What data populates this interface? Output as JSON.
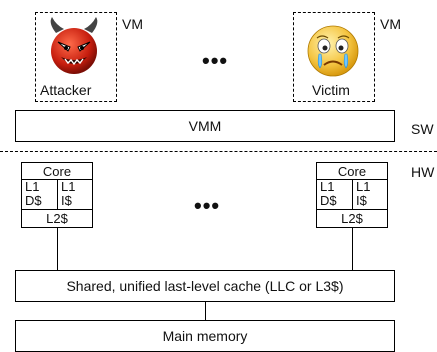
{
  "vm_left": {
    "vm_label": "VM",
    "name": "Attacker",
    "icon": "devil-face-icon"
  },
  "vm_right": {
    "vm_label": "VM",
    "name": "Victim",
    "icon": "crying-face-icon"
  },
  "vmm": "VMM",
  "sw_label": "SW",
  "hw_label": "HW",
  "ellipsis": "•••",
  "core_left": {
    "core": "Core",
    "l1d_a": "L1",
    "l1d_b": "D$",
    "l1i_a": "L1",
    "l1i_b": "I$",
    "l2": "L2$"
  },
  "core_right": {
    "core": "Core",
    "l1d_a": "L1",
    "l1d_b": "D$",
    "l1i_a": "L1",
    "l1i_b": "I$",
    "l2": "L2$"
  },
  "llc": "Shared, unified last-level cache (LLC or L3$)",
  "memory": "Main memory",
  "colors": {
    "devil": "#c61d0e",
    "horn": "#444444",
    "victim_face": "#f5c542"
  }
}
